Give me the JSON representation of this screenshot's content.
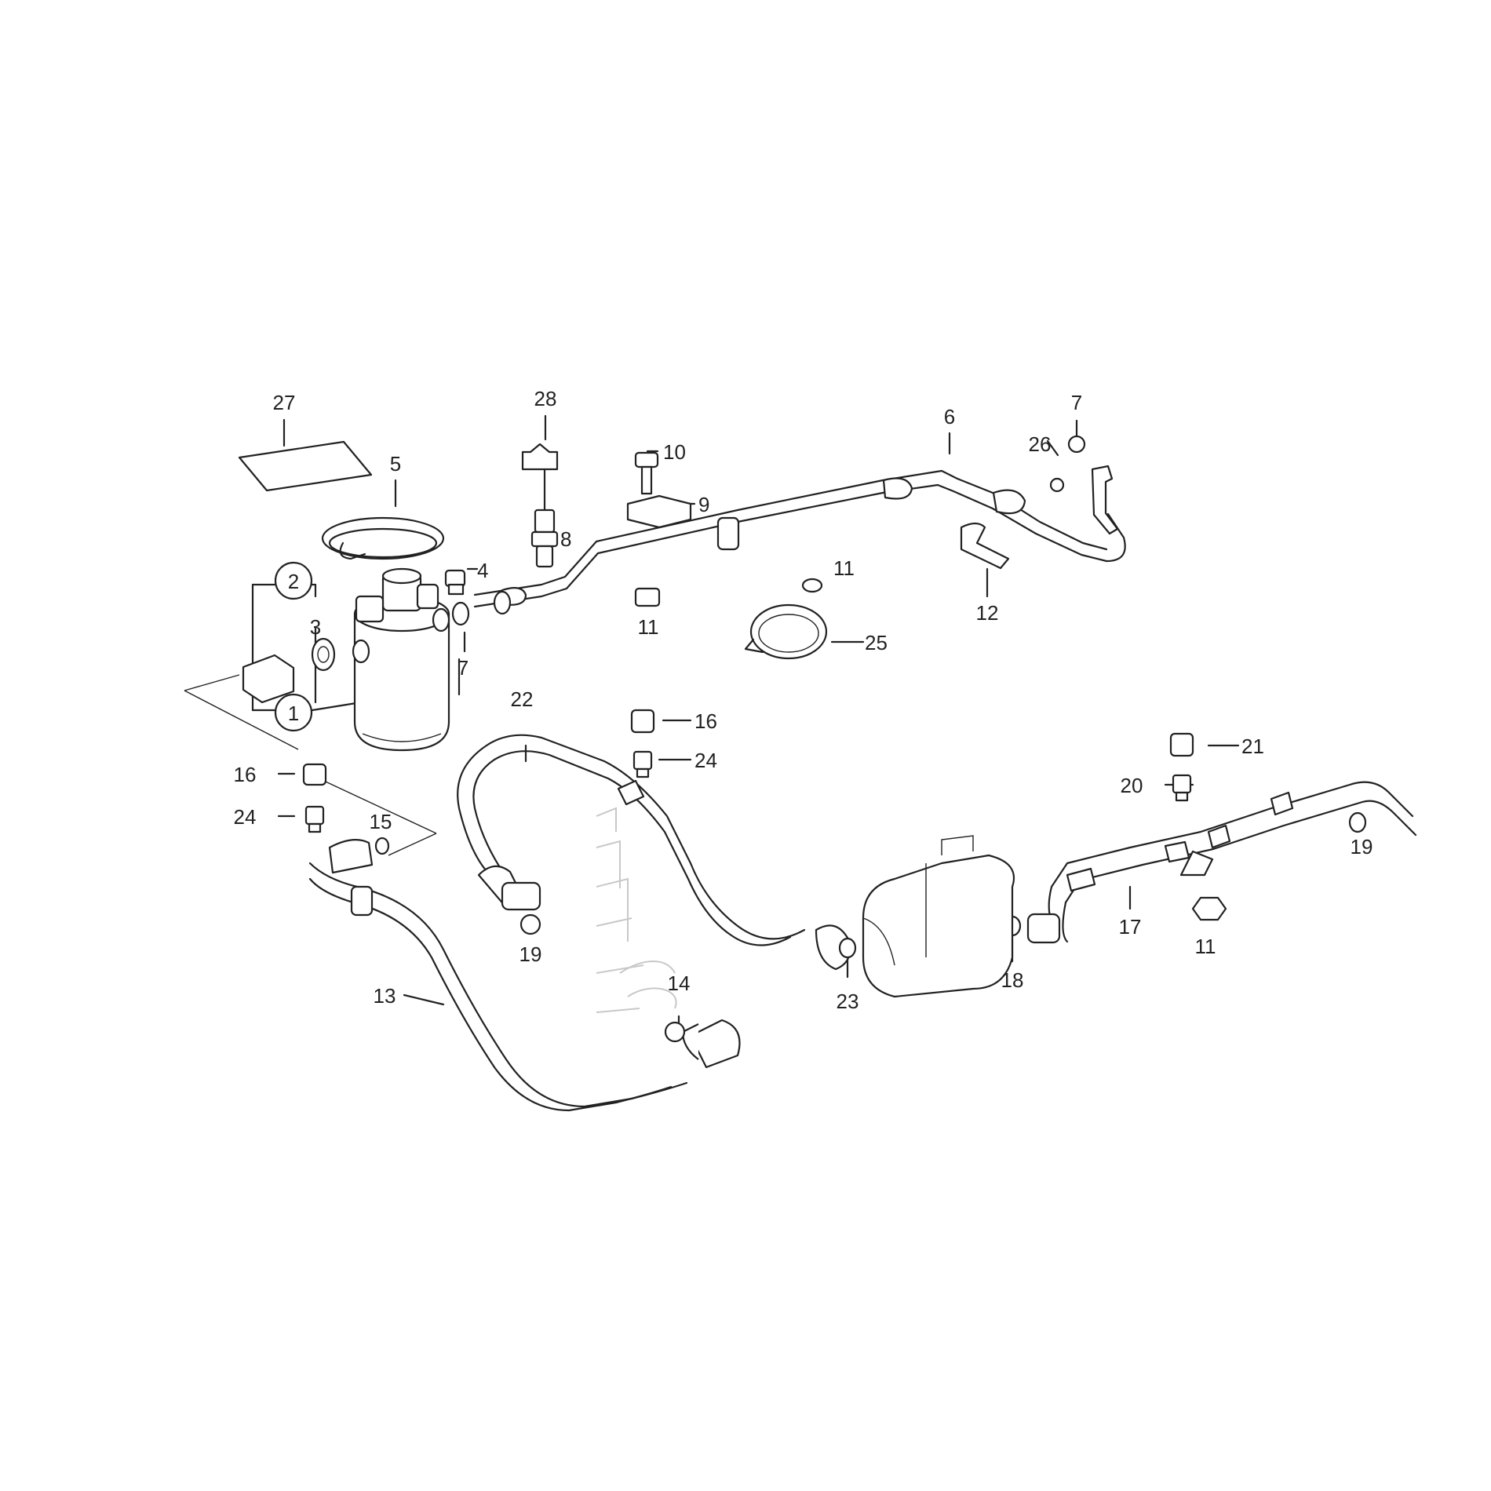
{
  "colors": {
    "ink": "#222222",
    "background": "#ffffff",
    "ghost": "#c8c8c8"
  },
  "callouts": [
    "27",
    "28",
    "10",
    "9",
    "8",
    "5",
    "4",
    "2",
    "3",
    "1",
    "7",
    "6",
    "26",
    "7",
    "11",
    "11",
    "12",
    "25",
    "22",
    "16",
    "24",
    "16",
    "24",
    "15",
    "21",
    "20",
    "19",
    "19",
    "13",
    "14",
    "23",
    "18",
    "17",
    "11"
  ]
}
